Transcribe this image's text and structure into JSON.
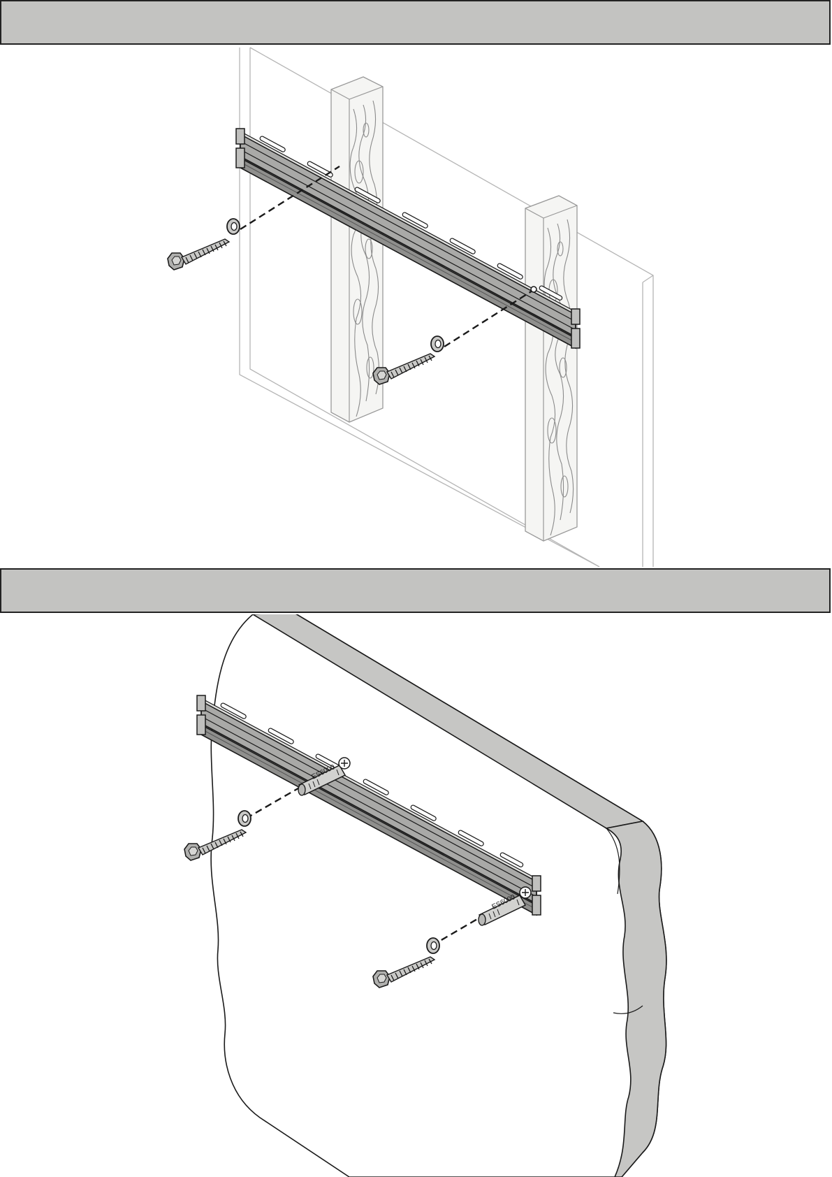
{
  "colors": {
    "band_fill": "#c3c3c1",
    "bracket_fill": "#a5a5a3",
    "bracket_dark": "#8a8a88",
    "wall_edge_fill": "#c6c6c4",
    "stud_fill": "#f4f4f2",
    "stud_line": "#888888",
    "outline": "#1a1a1a",
    "panel_line": "#b8b8b8"
  },
  "sections": [
    {
      "id": "wood-stud-installation",
      "heading": ""
    },
    {
      "id": "solid-wall-installation",
      "heading": ""
    }
  ],
  "anchor_labels": [
    "ES6000",
    "ES6000"
  ],
  "icons": {
    "bolt": "lag-bolt-icon",
    "washer": "washer-icon",
    "anchor": "wall-anchor-icon",
    "screw_head": "phillips-head-icon"
  }
}
